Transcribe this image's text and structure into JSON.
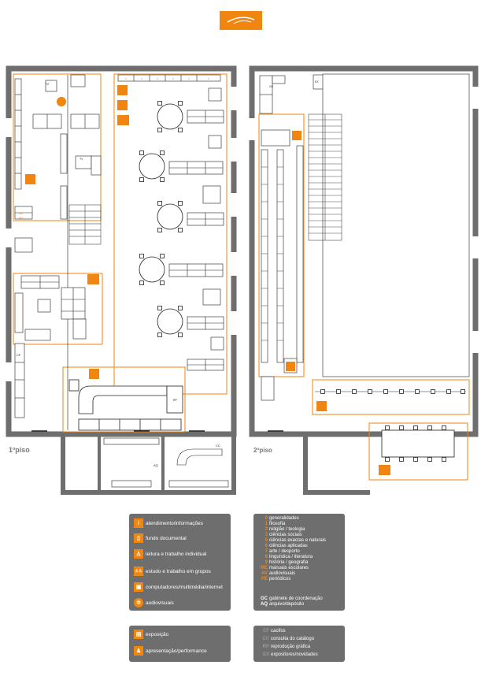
{
  "floors": {
    "first": "1ºpiso",
    "second": "2ºpiso"
  },
  "plan_labels": {
    "tv": "TV",
    "tv2": "TV",
    "ex": "EX",
    "cc": "CC",
    "aq": "AQ",
    "rp": "RP",
    "gc": "GC",
    "av1": "AV",
    "av2": "AV",
    "cf": "CF"
  },
  "legend_symbols": {
    "items": [
      {
        "icon": "info-icon",
        "glyph": "i",
        "label": "atendimento/informações"
      },
      {
        "icon": "book-icon",
        "glyph": "▯",
        "label": "fundo documental"
      },
      {
        "icon": "person-reading-icon",
        "glyph": "♙",
        "label": "leitura e trabalho individual"
      },
      {
        "icon": "group-icon",
        "glyph": "♙♙",
        "label": "estudo e trabalho em grupos"
      },
      {
        "icon": "computer-icon",
        "glyph": "▣",
        "label": "computadores/multimédia/internet"
      },
      {
        "icon": "film-reel-icon",
        "glyph": "✲",
        "label": "audiovisuais"
      }
    ]
  },
  "legend_classification": {
    "items": [
      {
        "code": "0",
        "label": "generalidades"
      },
      {
        "code": "1",
        "label": "filosofia"
      },
      {
        "code": "2",
        "label": "religião / teologia"
      },
      {
        "code": "3",
        "label": "ciências sociais"
      },
      {
        "code": "5",
        "label": "ciências exactas e naturais"
      },
      {
        "code": "6",
        "label": "ciências aplicadas"
      },
      {
        "code": "7",
        "label": "arte / desporto"
      },
      {
        "code": "8",
        "label": "linguística / literatura"
      },
      {
        "code": "9",
        "label": "história / geografia"
      },
      {
        "code": "ME",
        "label": "manuais escolares"
      },
      {
        "code": "AV",
        "label": "audiovisuais"
      },
      {
        "code": "PE",
        "label": "periódicos"
      }
    ],
    "extra": [
      {
        "code": "GC",
        "label": "gabinete de coordenação"
      },
      {
        "code": "AQ",
        "label": "arquivo/depósito"
      }
    ]
  },
  "legend_spaces": {
    "items": [
      {
        "icon": "exhibition-icon",
        "glyph": "▤",
        "label": "exposição"
      },
      {
        "icon": "performance-icon",
        "glyph": "♟",
        "label": "apresentação/performance"
      }
    ]
  },
  "legend_furniture": {
    "items": [
      {
        "code": "CF",
        "label": "cacifos"
      },
      {
        "code": "CC",
        "label": "consulta do catálogo"
      },
      {
        "code": "RP",
        "label": "reprodução gráfica"
      },
      {
        "code": "EX",
        "label": "expositores/novidades"
      }
    ]
  },
  "colors": {
    "accent": "#f0860f",
    "wall": "#6e6e6e",
    "panel": "#6e6e6e"
  }
}
